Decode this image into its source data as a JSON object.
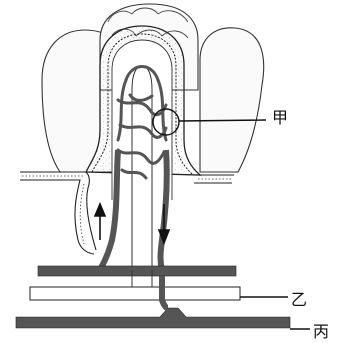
{
  "labels": {
    "jia": "甲",
    "yi": "乙",
    "bing": "丙"
  },
  "colors": {
    "vessel_dark": "#555555",
    "vessel_light": "#cfcfcf",
    "outline": "#222222",
    "background": "#ffffff"
  }
}
